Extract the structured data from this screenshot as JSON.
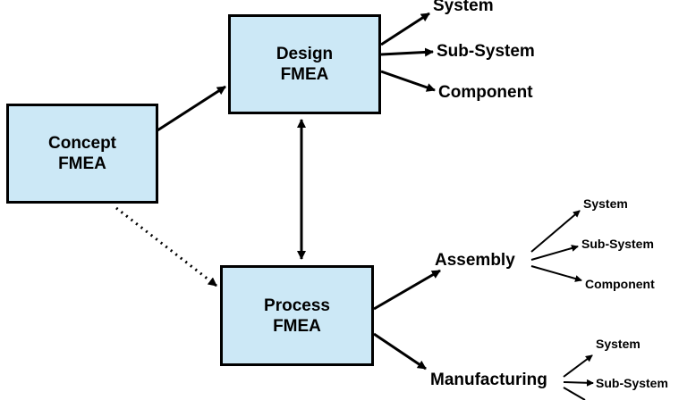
{
  "nodes": {
    "concept": {
      "line1": "Concept",
      "line2": "FMEA"
    },
    "design": {
      "line1": "Design",
      "line2": "FMEA"
    },
    "process": {
      "line1": "Process",
      "line2": "FMEA"
    }
  },
  "design_outputs": {
    "system": "System",
    "subsystem": "Sub-System",
    "component": "Component"
  },
  "process_outputs": {
    "assembly": "Assembly",
    "manufacturing": "Manufacturing"
  },
  "assembly_outputs": {
    "system": "System",
    "subsystem": "Sub-System",
    "component": "Component"
  },
  "manufacturing_outputs": {
    "system": "System",
    "subsystem": "Sub-System"
  },
  "colors": {
    "box_fill": "#cce8f6",
    "stroke": "#000000"
  }
}
